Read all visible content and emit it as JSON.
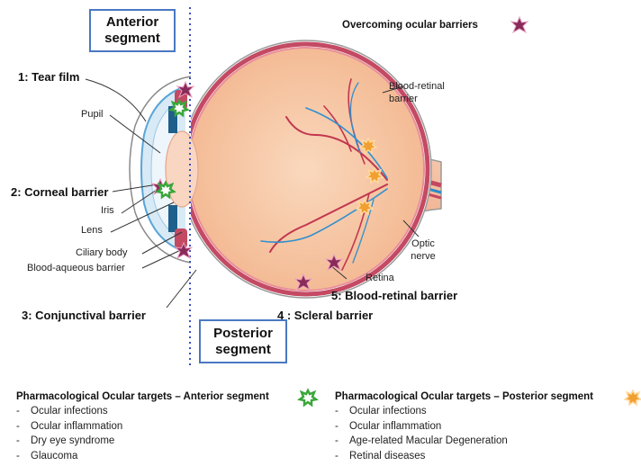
{
  "boxes": {
    "anterior": [
      "Anterior",
      "segment"
    ],
    "posterior": [
      "Posterior",
      "segment"
    ]
  },
  "header": {
    "overcoming": "Overcoming ocular barriers"
  },
  "labels": {
    "tear_film": "1: Tear film",
    "pupil": "Pupil",
    "corneal_barrier": "2: Corneal barrier",
    "iris": "Iris",
    "lens": "Lens",
    "ciliary_body": "Ciliary body",
    "blood_aqueous": "Blood-aqueous barrier",
    "conjunctival": "3: Conjunctival barrier",
    "blood_retinal_top": "Blood-retinal barrier",
    "optic_nerve": "Optic nerve",
    "retina": "Retina",
    "blood_retinal_bottom": "5: Blood-retinal barrier",
    "scleral": "4 : Scleral barrier"
  },
  "anterior_targets": {
    "title": "Pharmacological Ocular targets – Anterior segment",
    "items": [
      "Ocular infections",
      "Ocular inflammation",
      "Dry eye syndrome",
      "Glaucoma"
    ]
  },
  "posterior_targets": {
    "title": "Pharmacological Ocular targets – Posterior segment",
    "items": [
      "Ocular infections",
      "Ocular inflammation",
      "Age-related Macular Degeneration",
      "Retinal diseases"
    ]
  },
  "colors": {
    "barrier_star": "#8a2a5a",
    "anterior_target_star": "#3aa63a",
    "posterior_target_star": "#f0a030",
    "box_border": "#4a78c2",
    "eye_fill": "#f7c9a6",
    "sclera": "#c44a63",
    "divider": "#3b4fc4"
  },
  "icons": [
    "barrier-star-icon",
    "anterior-target-star-icon",
    "posterior-target-star-icon"
  ]
}
